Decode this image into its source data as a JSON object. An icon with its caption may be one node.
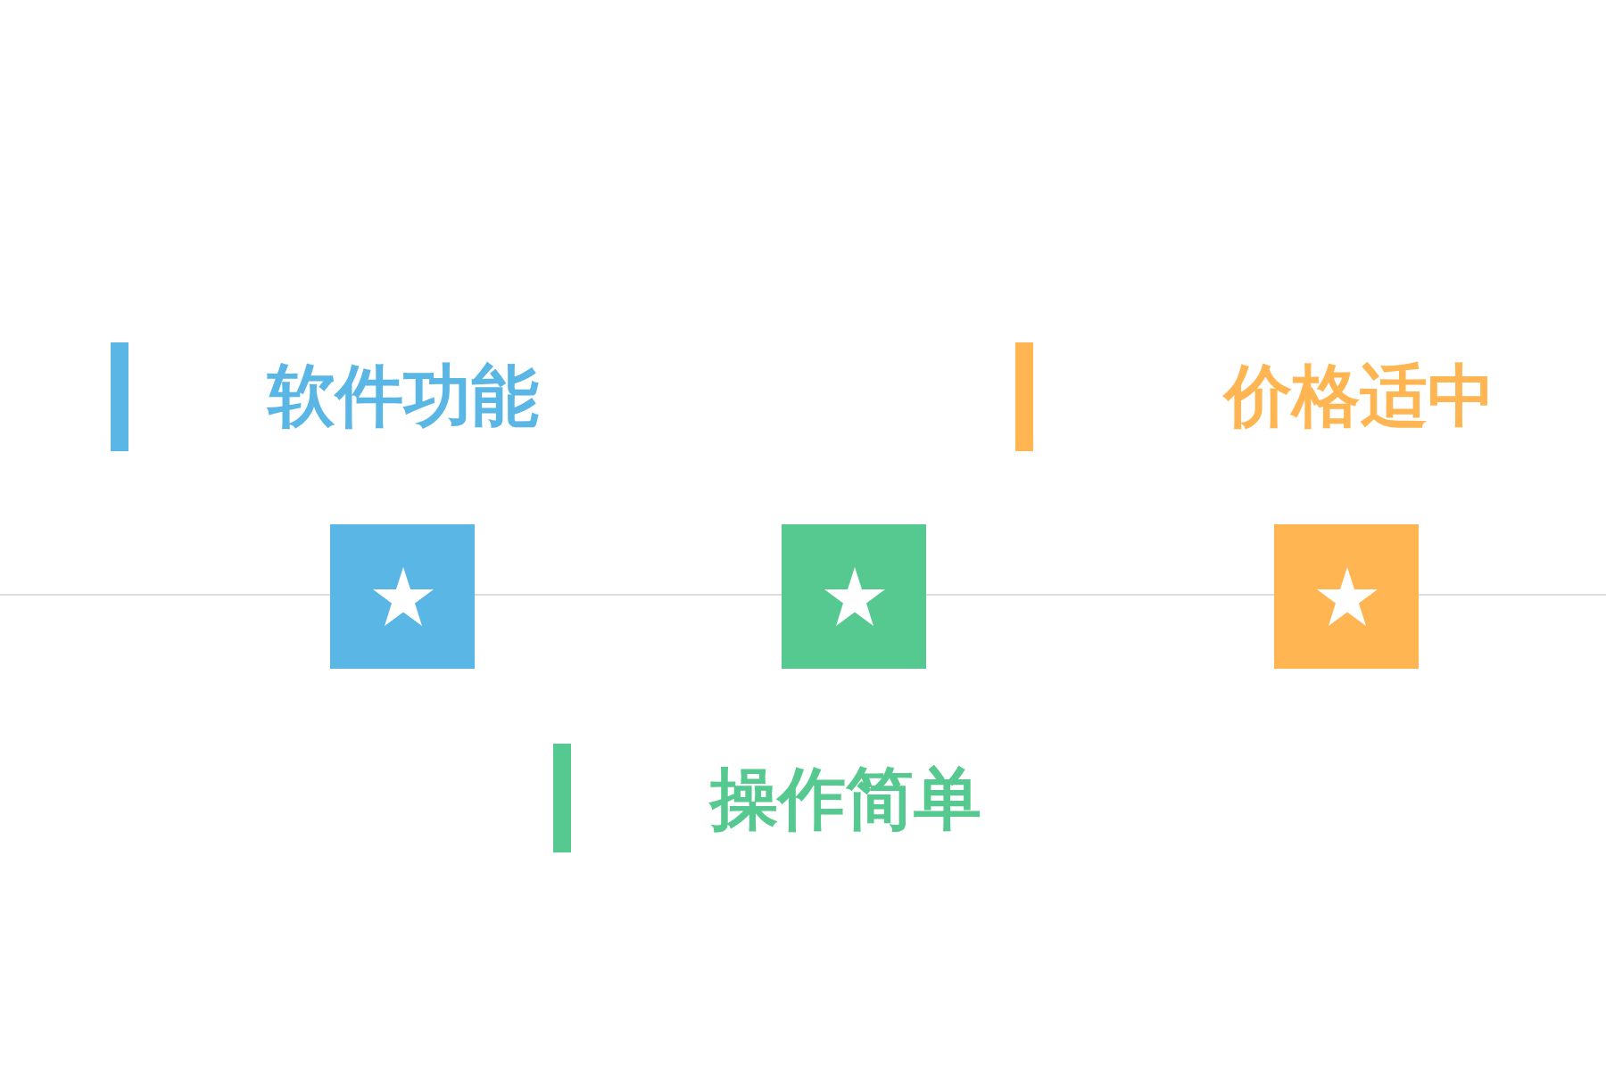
{
  "diagram": {
    "nodes": [
      {
        "text": [
          "软件功能"
        ]
      },
      {
        "text": [
          "价格适中"
        ]
      },
      {
        "text": [
          "操作简单"
        ]
      },
      {
        "text": [],
        "shape": "box"
      },
      {
        "text": [],
        "shape": "box"
      },
      {
        "text": [],
        "shape": "box"
      }
    ]
  }
}
